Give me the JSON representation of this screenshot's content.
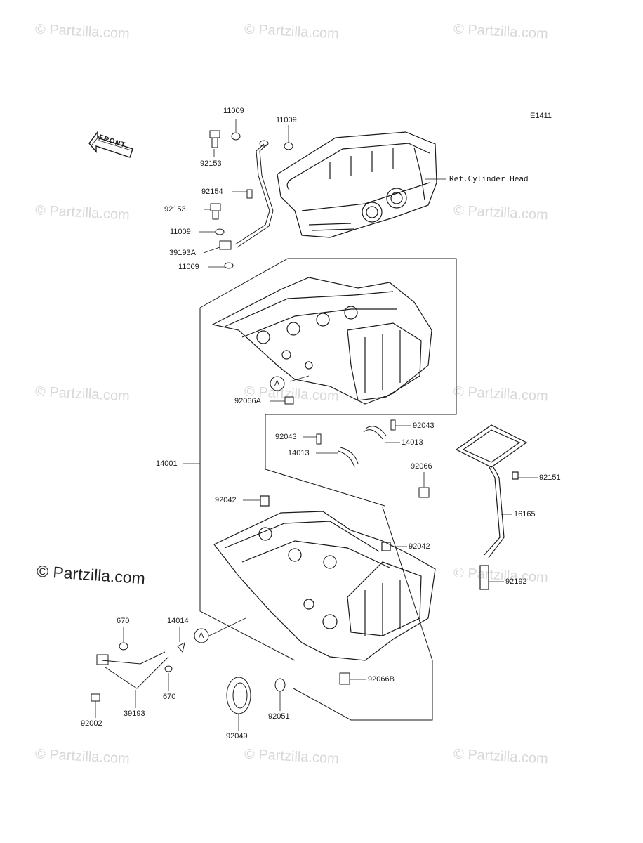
{
  "diagram_code": "E1411",
  "front_label": "FRONT",
  "ref_label": "Ref.Cylinder Head",
  "watermark": "© Partzilla.com",
  "callout_marker": "A",
  "parts": [
    {
      "number": "11009"
    },
    {
      "number": "11009"
    },
    {
      "number": "92153"
    },
    {
      "number": "92154"
    },
    {
      "number": "92153"
    },
    {
      "number": "11009"
    },
    {
      "number": "39193A"
    },
    {
      "number": "11009"
    },
    {
      "number": "92066A"
    },
    {
      "number": "92043"
    },
    {
      "number": "92043"
    },
    {
      "number": "14013"
    },
    {
      "number": "14013"
    },
    {
      "number": "14001"
    },
    {
      "number": "92066"
    },
    {
      "number": "92042"
    },
    {
      "number": "92042"
    },
    {
      "number": "92151"
    },
    {
      "number": "16165"
    },
    {
      "number": "92192"
    },
    {
      "number": "670"
    },
    {
      "number": "14014"
    },
    {
      "number": "670"
    },
    {
      "number": "39193"
    },
    {
      "number": "92002"
    },
    {
      "number": "92049"
    },
    {
      "number": "92051"
    },
    {
      "number": "92066B"
    }
  ]
}
